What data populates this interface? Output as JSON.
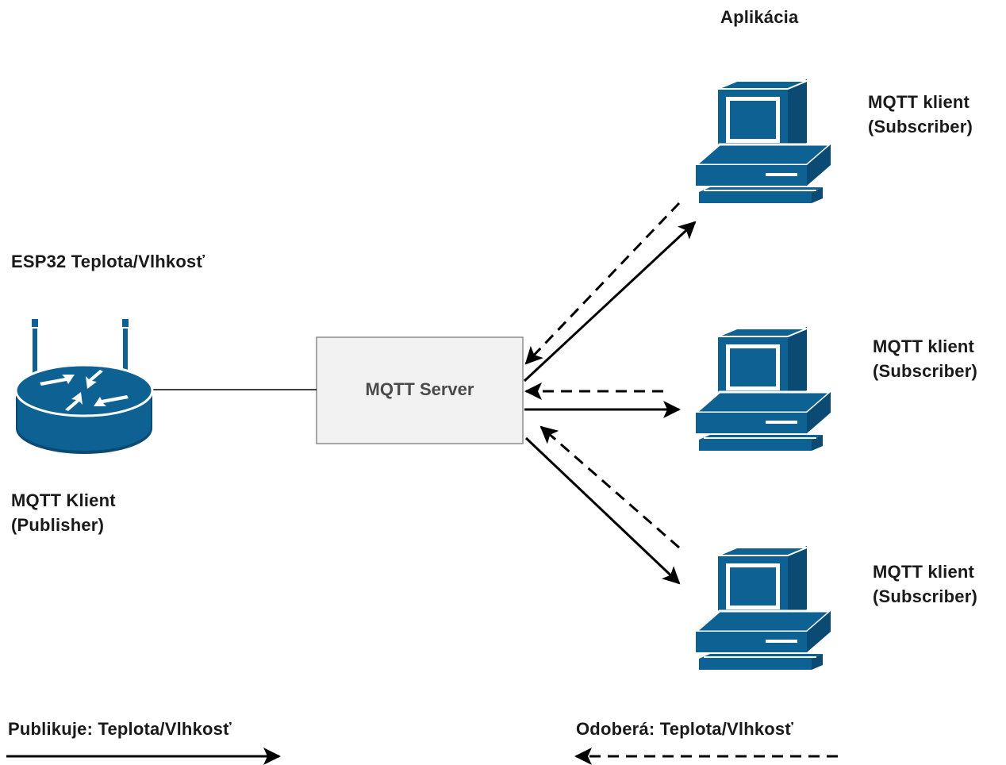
{
  "app_label": "Aplikácia",
  "publisher": {
    "device_label": "ESP32 Teplota/Vlhkosť",
    "client_line1": "MQTT Klient",
    "client_line2": "(Publisher)",
    "icon": "router-icon"
  },
  "server": {
    "label": "MQTT Server"
  },
  "subscribers": [
    {
      "line1": "MQTT klient",
      "line2": "(Subscriber)",
      "icon": "computer-icon"
    },
    {
      "line1": "MQTT klient",
      "line2": "(Subscriber)",
      "icon": "computer-icon"
    },
    {
      "line1": "MQTT klient",
      "line2": "(Subscriber)",
      "icon": "computer-icon"
    }
  ],
  "legend": {
    "publish": "Publikuje: Teplota/Vlhkosť",
    "subscribe": "Odoberá: Teplota/Vlhkosť"
  },
  "colors": {
    "icon": "#0e6293",
    "icon_dark": "#0a4a73",
    "server_fill": "#f2f2f2",
    "server_border": "#8c8c8c",
    "line": "#000000"
  }
}
